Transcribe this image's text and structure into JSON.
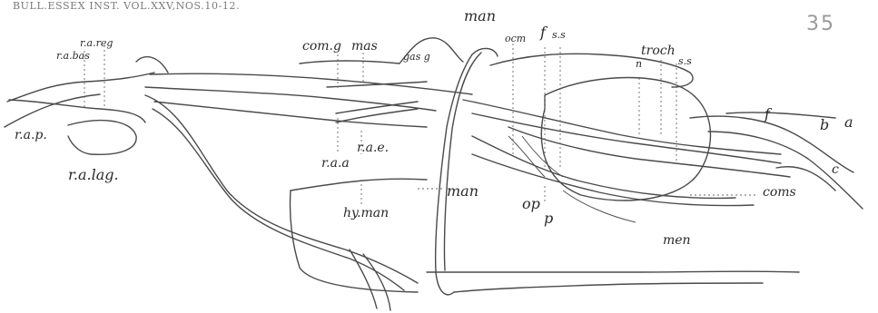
{
  "header": "BULL.ESSEX INST. VOL.XXV,NOS.10-12.",
  "plate_number": "35",
  "labels": {
    "r_a_reg": "r.a.reg",
    "r_a_bas": "r.a.bas",
    "com_g": "com.g",
    "mas": "mas",
    "gas_g": "gas g",
    "man_top": "man",
    "ocm": "ocm",
    "f_top": "f",
    "s_s_top": "s.s",
    "troch": "troch",
    "n": "n",
    "s_s_right": "s.s",
    "f_right": "f",
    "b": "b",
    "a": "a",
    "c": "c",
    "coms": "coms",
    "r_a_p": "r.a.p.",
    "r_a_lag": "r.a.lag.",
    "r_a_e": "r.a.e.",
    "r_a_a": "r.a.a",
    "hy_man": "hy.man",
    "man_mid": "man",
    "op": "op",
    "p": "p",
    "men": "men"
  }
}
